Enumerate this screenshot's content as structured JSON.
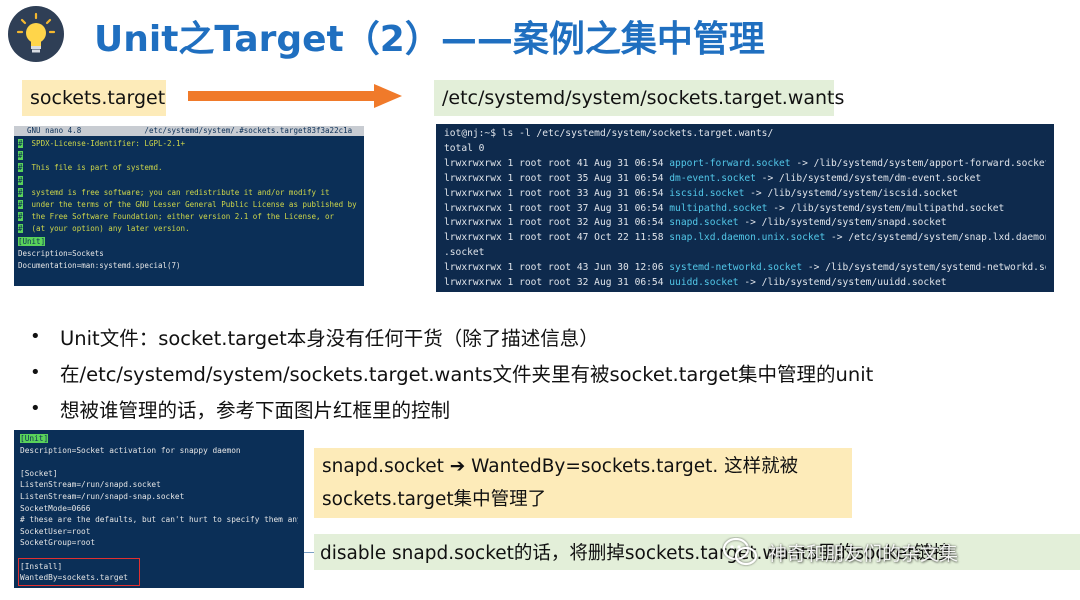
{
  "title": "Unit之Target（2）——案例之集中管理",
  "source_label": "sockets.target",
  "target_label": "/etc/systemd/system/sockets.target.wants",
  "nano": {
    "header": "  GNU nano 4.8              /etc/systemd/system/.#sockets.target83f3a22c1a",
    "lines": [
      {
        "pre": "#",
        "mark": "",
        "text": "  SPDX-License-Identifier: LGPL-2.1+",
        "cls": "cm"
      },
      {
        "pre": "#",
        "mark": "",
        "text": "",
        "cls": "cm"
      },
      {
        "pre": "#",
        "mark": "",
        "text": "  This file is part of systemd.",
        "cls": "cm"
      },
      {
        "pre": "#",
        "mark": "",
        "text": "",
        "cls": "cm"
      },
      {
        "pre": "#",
        "mark": "",
        "text": "  systemd is free software; you can redistribute it and/or modify it",
        "cls": "cm"
      },
      {
        "pre": "#",
        "mark": "",
        "text": "  under the terms of the GNU Lesser General Public License as published by",
        "cls": "cm"
      },
      {
        "pre": "#",
        "mark": "",
        "text": "  the Free Software Foundation; either version 2.1 of the License, or",
        "cls": "cm"
      },
      {
        "pre": "#",
        "mark": "",
        "text": "  (at your option) any later version.",
        "cls": "cm"
      },
      {
        "pre": "",
        "mark": "",
        "text": "",
        "cls": "sec"
      },
      {
        "pre": "",
        "mark": "",
        "text": "[Unit]",
        "cls": "cm"
      },
      {
        "pre": "",
        "mark": "",
        "text": "Description=Sockets",
        "cls": "sec"
      },
      {
        "pre": "",
        "mark": "",
        "text": "Documentation=man:systemd.special(7)",
        "cls": "sec"
      }
    ]
  },
  "ls": {
    "prompt": "iot@nj:~$ ls -l /etc/systemd/system/sockets.target.wants/",
    "total": "total 0",
    "rows": [
      {
        "meta": "lrwxrwxrwx 1 root root 41 Aug 31 06:54 ",
        "name": "apport-forward.socket",
        "rest": " -> /lib/systemd/system/apport-forward.socket"
      },
      {
        "meta": "lrwxrwxrwx 1 root root 35 Aug 31 06:54 ",
        "name": "dm-event.socket",
        "rest": " -> /lib/systemd/system/dm-event.socket"
      },
      {
        "meta": "lrwxrwxrwx 1 root root 33 Aug 31 06:54 ",
        "name": "iscsid.socket",
        "rest": " -> /lib/systemd/system/iscsid.socket"
      },
      {
        "meta": "lrwxrwxrwx 1 root root 37 Aug 31 06:54 ",
        "name": "multipathd.socket",
        "rest": " -> /lib/systemd/system/multipathd.socket"
      },
      {
        "meta": "lrwxrwxrwx 1 root root 32 Aug 31 06:54 ",
        "name": "snapd.socket",
        "rest": " -> /lib/systemd/system/snapd.socket"
      },
      {
        "meta": "lrwxrwxrwx 1 root root 47 Oct 22 11:58 ",
        "name": "snap.lxd.daemon.unix.socket",
        "rest": " -> /etc/systemd/system/snap.lxd.daemon.unix"
      },
      {
        "meta": ".socket",
        "name": "",
        "rest": ""
      },
      {
        "meta": "lrwxrwxrwx 1 root root 43 Jun 30 12:06 ",
        "name": "systemd-networkd.socket",
        "rest": " -> /lib/systemd/system/systemd-networkd.socket"
      },
      {
        "meta": "lrwxrwxrwx 1 root root 32 Aug 31 06:54 ",
        "name": "uuidd.socket",
        "rest": " -> /lib/systemd/system/uuidd.socket"
      }
    ]
  },
  "bullets": [
    "Unit文件：socket.target本身没有任何干货（除了描述信息）",
    "在/etc/systemd/system/sockets.target.wants文件夹里有被socket.target集中管理的unit",
    "想被谁管理的话，参考下面图片红框里的控制"
  ],
  "bullet_symbol": "•",
  "svc": {
    "lines": [
      "[Unit]",
      "Description=Socket activation for snappy daemon",
      "",
      "[Socket]",
      "ListenStream=/run/snapd.socket",
      "ListenStream=/run/snapd-snap.socket",
      "SocketMode=0666",
      "# these are the defaults, but can't hurt to specify them anyway:",
      "SocketUser=root",
      "SocketGroup=root",
      "",
      "[Install]",
      "WantedBy=sockets.target"
    ]
  },
  "note_yellow_line1": "snapd.socket ➔ WantedBy=sockets.target. 这样就被",
  "note_yellow_line2": "sockets.target集中管理了",
  "note_green": "disable snapd.socket的话，将删掉sockets.target.wants里的socket链接",
  "watermark": "神奇和朋友们的杂文集",
  "colors": {
    "title": "#1f6fc0",
    "arrow": "#f07a2a",
    "highlight_yellow": "#fdebb9",
    "highlight_green": "#e3efd9",
    "terminal_bg": "#0b2f57"
  }
}
